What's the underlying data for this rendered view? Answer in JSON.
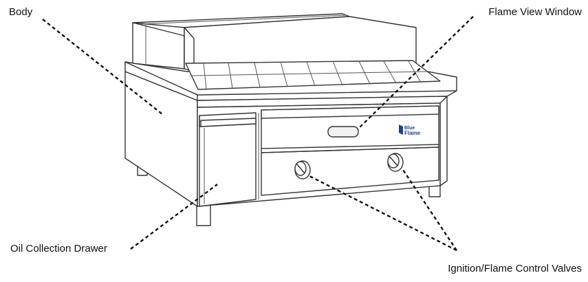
{
  "labels": {
    "body": "Body",
    "flame_view_window": "Flame View Window",
    "oil_collection_drawer": "Oil Collection Drawer",
    "control_valves": "Ignition/Flame Control Valves"
  },
  "logo": {
    "line1": "Blue",
    "line2": "Flame",
    "color": "#1f3f8f"
  },
  "colors": {
    "outline": "#333333",
    "leader": "#111111",
    "text": "#111111"
  }
}
